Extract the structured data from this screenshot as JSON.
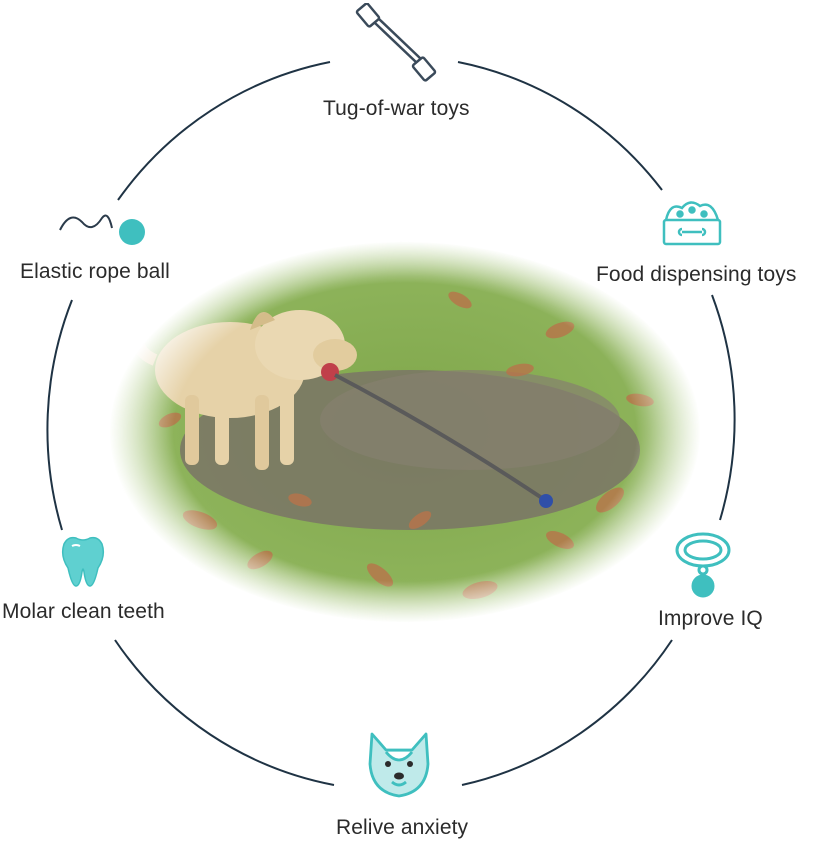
{
  "features": {
    "tug": {
      "label": "Tug-of-war toys",
      "icon": "tug-rope-icon"
    },
    "food": {
      "label": "Food dispensing toys",
      "icon": "food-bowl-icon"
    },
    "iq": {
      "label": "Improve IQ",
      "icon": "dog-collar-icon"
    },
    "anxiety": {
      "label": "Relive anxiety",
      "icon": "dog-face-icon"
    },
    "teeth": {
      "label": "Molar clean teeth",
      "icon": "tooth-icon"
    },
    "ball": {
      "label": "Elastic rope ball",
      "icon": "rope-ball-icon"
    }
  },
  "colors": {
    "accent": "#3fbfbf",
    "ring": "#1f3344",
    "text": "#2b2b2b",
    "grass": "#6f9a3e",
    "leaf": "#b8744a",
    "dog": "#e6d2a8",
    "ball": "#2f4fa8",
    "rope": "#5a5a5a"
  }
}
